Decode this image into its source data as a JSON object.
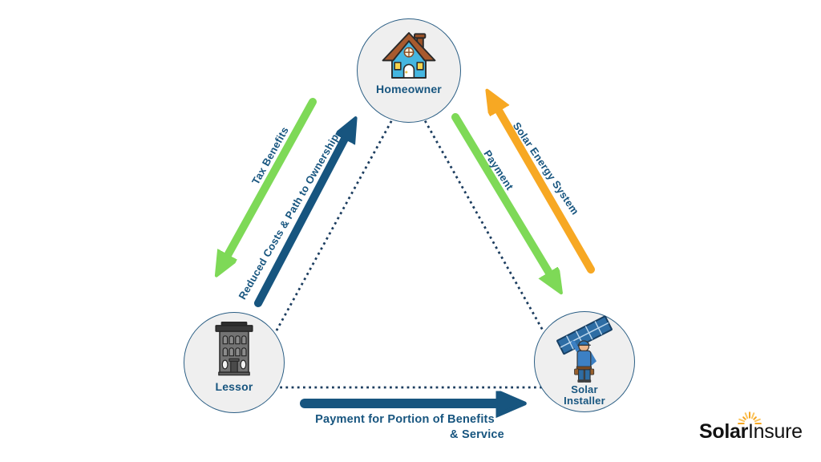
{
  "colors": {
    "navy": "#17557F",
    "green": "#7ED957",
    "orange": "#F7A823",
    "dot": "#1C3D5F",
    "circle_fill": "#EFEFEF",
    "circle_border": "#2C5F85",
    "logo_text": "#121212"
  },
  "nodes": {
    "homeowner": {
      "label": "Homeowner",
      "icon": "house-icon"
    },
    "lessor": {
      "label": "Lessor",
      "icon": "building-icon"
    },
    "solar_installer": {
      "label_line1": "Solar",
      "label_line2": "Installer",
      "icon": "installer-icon"
    }
  },
  "edges": {
    "tax_benefits": {
      "label": "Tax Benefits",
      "from": "Homeowner",
      "to": "Lessor",
      "arrow_color": "green"
    },
    "reduced_costs": {
      "label": "Reduced Costs & Path to Ownership",
      "from": "Lessor",
      "to": "Homeowner",
      "arrow_color": "navy"
    },
    "payment": {
      "label": "Payment",
      "from": "Homeowner",
      "to": "Solar Installer",
      "arrow_color": "green"
    },
    "solar_energy_system": {
      "label": "Solar Energy System",
      "from": "Solar Installer",
      "to": "Homeowner",
      "arrow_color": "orange"
    },
    "payment_portion": {
      "label_line1": "Payment for Portion of Benefits",
      "label_line2": "& Service",
      "from": "Lessor",
      "to": "Solar Installer",
      "arrow_color": "navy"
    }
  },
  "logo": {
    "part1": "Solar",
    "part2": "Insure",
    "icon": "sun-icon"
  }
}
